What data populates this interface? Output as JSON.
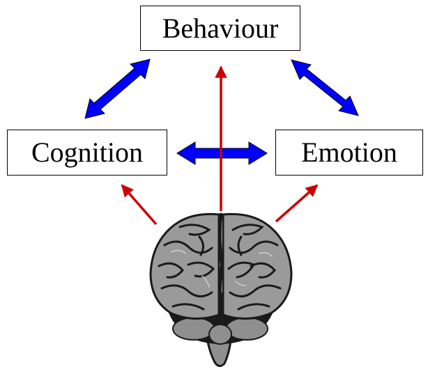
{
  "nodes": {
    "behaviour": {
      "label": "Behaviour"
    },
    "cognition": {
      "label": "Cognition"
    },
    "emotion": {
      "label": "Emotion"
    },
    "brain": {
      "icon": "brain-icon"
    }
  },
  "edges": [
    {
      "from": "cognition",
      "to": "behaviour",
      "kind": "bidirectional"
    },
    {
      "from": "behaviour",
      "to": "emotion",
      "kind": "bidirectional"
    },
    {
      "from": "cognition",
      "to": "emotion",
      "kind": "bidirectional"
    },
    {
      "from": "brain",
      "to": "behaviour",
      "kind": "directed"
    },
    {
      "from": "brain",
      "to": "cognition",
      "kind": "directed"
    },
    {
      "from": "brain",
      "to": "emotion",
      "kind": "directed"
    }
  ],
  "colors": {
    "bidirectional_arrow": "#0000ff",
    "directed_arrow": "#cc0000",
    "box_border": "#000000",
    "brain_fill": "#9a9a9a",
    "brain_dark": "#1a1a1a"
  }
}
